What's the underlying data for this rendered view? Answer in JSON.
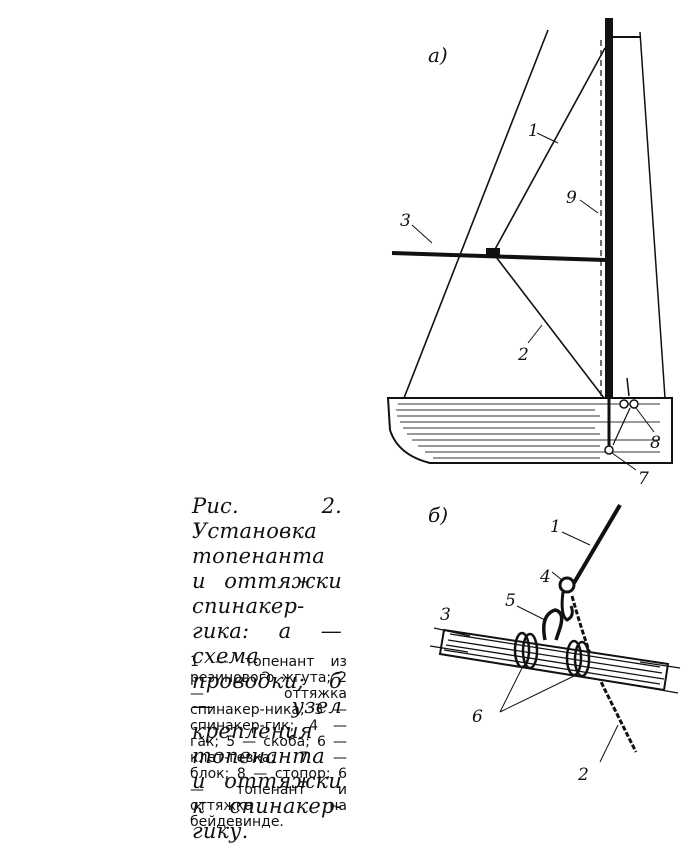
{
  "figure": {
    "panel_a_label": "а)",
    "panel_b_label": "б)",
    "panel_a_numbers": [
      "1",
      "2",
      "3",
      "7",
      "8",
      "9"
    ],
    "panel_b_numbers": [
      "1",
      "2",
      "3",
      "4",
      "5",
      "6"
    ]
  },
  "caption": {
    "title": "Рис. 2. Установка топенанта и оттяжки спинакер-гика: а — схема проводки; б — узел крепления топенанта и оттяжки к спинакер-гику.",
    "legend": "1 — топенант из резинового жгута; 2 — оттяжка спинакер-ника; 3 — спинакер-гик; 4 — гак; 5 — скоба; 6 — клет-гевка; 7 — блок; 8 — стопор; 6 — топенант и оттяжка на бейдевинде."
  },
  "colors": {
    "ink": "#111111",
    "paper": "#ffffff"
  }
}
